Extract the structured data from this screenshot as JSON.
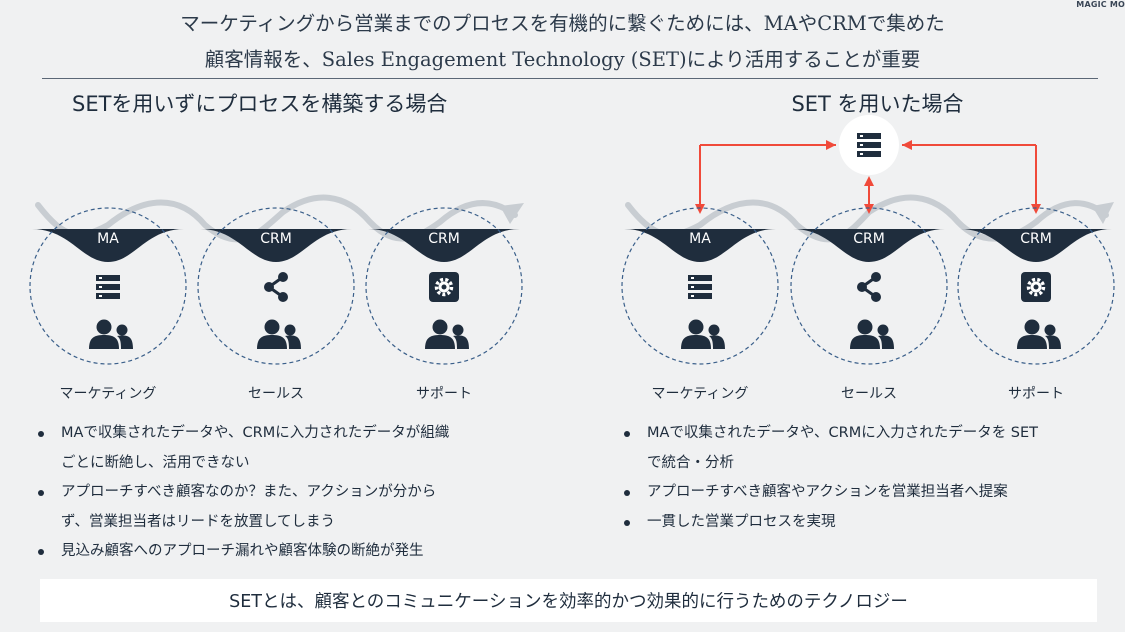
{
  "logo": "MAGIC MO",
  "headline": {
    "line1": "マーケティングから営業までのプロセスを有機的に繋ぐためには、MAやCRMで集めた",
    "line2": "顧客情報を、Sales Engagement Technology (SET)により活用することが重要"
  },
  "left": {
    "title": "SETを用いずにプロセスを構築する場合",
    "stages": [
      {
        "badge": "MA",
        "icon": "server-icon",
        "label": "マーケティング"
      },
      {
        "badge": "CRM",
        "icon": "share-icon",
        "label": "セールス"
      },
      {
        "badge": "CRM",
        "icon": "gear-icon",
        "label": "サポート"
      }
    ],
    "points": [
      {
        "line1": "MAで収集されたデータや、CRMに入力されたデータが組織",
        "line2": "ごとに断絶し、活用できない"
      },
      {
        "line1": "アプローチすべき顧客なのか？また、アクションが分から",
        "line2": "ず、営業担当者はリードを放置してしまう"
      },
      {
        "line1": "見込み顧客へのアプローチ漏れや顧客体験の断絶が発生",
        "line2": ""
      }
    ]
  },
  "right": {
    "title": "SET を用いた場合",
    "hub_icon": "server-icon",
    "stages": [
      {
        "badge": "MA",
        "icon": "server-icon",
        "label": "マーケティング"
      },
      {
        "badge": "CRM",
        "icon": "share-icon",
        "label": "セールス"
      },
      {
        "badge": "CRM",
        "icon": "gear-icon",
        "label": "サポート"
      }
    ],
    "points": [
      {
        "line1": "MAで収集されたデータや、CRMに入力されたデータを SET",
        "line2": "で統合・分析"
      },
      {
        "line1": "アプローチすべき顧客やアクションを営業担当者へ提案",
        "line2": ""
      },
      {
        "line1": "一貫した営業プロセスを実現",
        "line2": ""
      }
    ]
  },
  "footer": "SETとは、顧客とのコミュニケーションを効率的かつ効果的に行うためのテクノロジー",
  "colors": {
    "background": "#f0f1f2",
    "dark": "#1f2d3d",
    "wave": "#c8cdd2",
    "dashed_circle": "#3a5f8a",
    "arrow": "#f04a3a"
  }
}
